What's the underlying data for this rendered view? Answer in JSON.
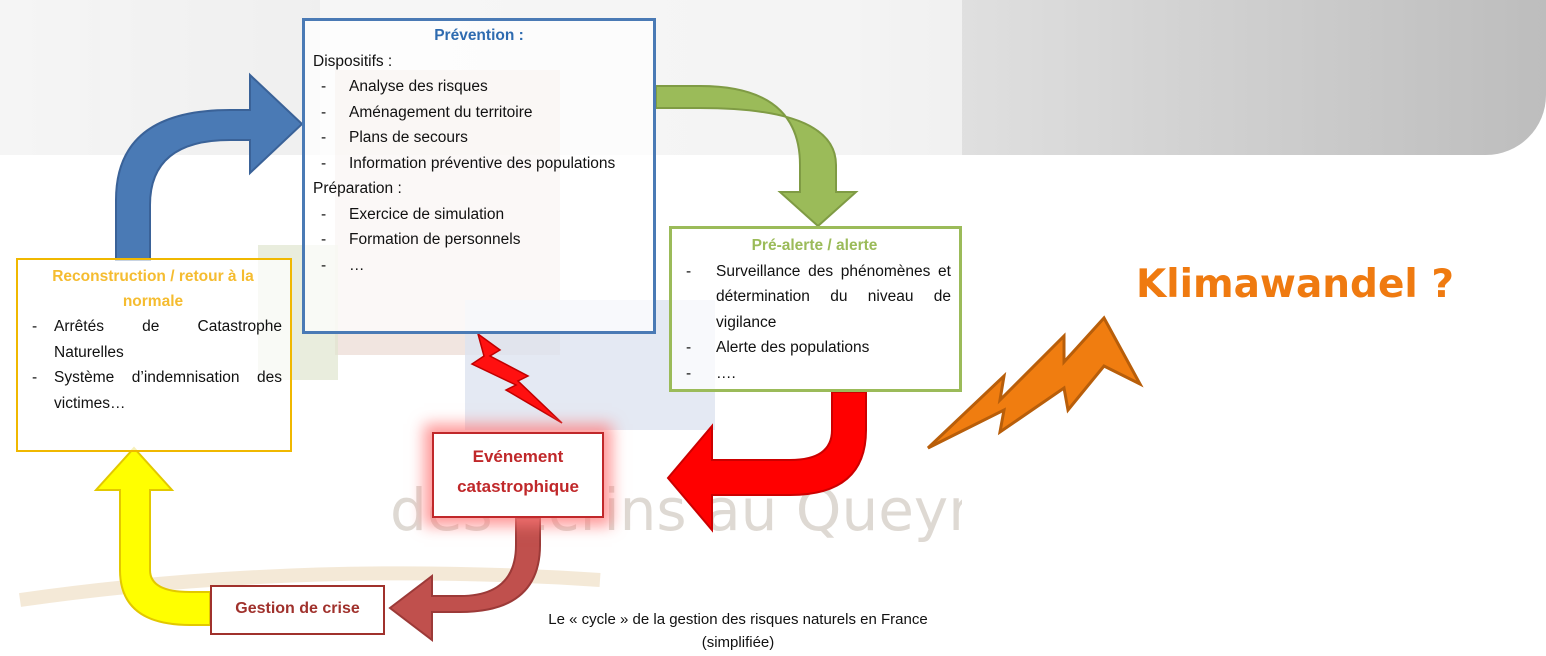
{
  "diagram": {
    "prevention": {
      "title": "Prévention :",
      "dispositifs_label": "Dispositifs :",
      "dispositifs": [
        "Analyse des risques",
        "Aménagement du territoire",
        "Plans de secours",
        "Information préventive des populations"
      ],
      "preparation_label": "Préparation :",
      "preparation": [
        "Exercice de simulation",
        "Formation de personnels",
        "…"
      ]
    },
    "alerte": {
      "title": "Pré-alerte / alerte",
      "items": [
        "Surveillance des phénomènes et détermination du niveau de vigilance",
        "Alerte des populations",
        "…."
      ]
    },
    "reconstruction": {
      "title": "Reconstruction / retour à la normale",
      "items": [
        "Arrêtés de Catastrophe Naturelles",
        "Système d’indemnisation des victimes…"
      ]
    },
    "evenement": {
      "line1": "Evénement",
      "line2": "catastrophique"
    },
    "crise": {
      "label": "Gestion de crise"
    },
    "caption": {
      "line1": "Le « cycle » de la gestion des risques naturels en France",
      "line2": "(simplifiée)"
    },
    "watermark": "des Ecrins au Queyras"
  },
  "slide": {
    "question": "Klimawandel ?"
  },
  "colors": {
    "prevention": "#4a7ab5",
    "alerte": "#9bbb59",
    "reconstruction": "#f0b800",
    "evenement": "#c0282a",
    "crise": "#a0312c",
    "question": "#ef7a10",
    "bolt": "#f07d10"
  },
  "icons": [
    "blue-arc-arrow-icon",
    "green-arc-arrow-icon",
    "red-arc-arrow-icon",
    "darkred-arc-arrow-icon",
    "yellow-arc-arrow-icon",
    "red-lightning-icon",
    "orange-lightning-icon"
  ]
}
